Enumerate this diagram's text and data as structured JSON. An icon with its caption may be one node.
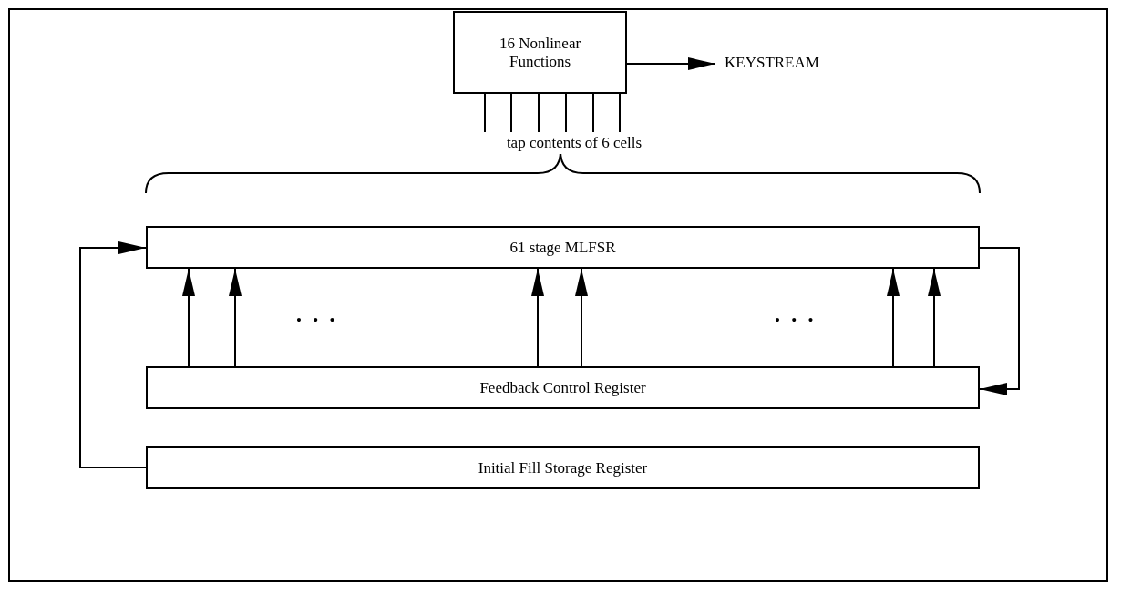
{
  "diagram": {
    "nodes": [
      {
        "text": [
          "16 Nonlinear Functions"
        ]
      },
      {
        "text": [
          "KEYSTREAM"
        ]
      },
      {
        "text": [
          "tap contents of 6 cells"
        ]
      },
      {
        "text": [
          "61 stage MLFSR"
        ]
      },
      {
        "text": [
          "Feedback Control Register"
        ]
      },
      {
        "text": [
          "Initial Fill Storage Register"
        ]
      }
    ],
    "edges": [
      {
        "from": 0,
        "to": 1,
        "arrow": "to"
      },
      {
        "from": 0,
        "to": 2,
        "arrow": "none"
      },
      {
        "from": 0,
        "to": 2,
        "arrow": "none"
      },
      {
        "from": 0,
        "to": 2,
        "arrow": "none"
      },
      {
        "from": 0,
        "to": 2,
        "arrow": "none"
      },
      {
        "from": 0,
        "to": 2,
        "arrow": "none"
      },
      {
        "from": 0,
        "to": 2,
        "arrow": "none"
      },
      {
        "from": 3,
        "to": 4,
        "arrow": "to"
      },
      {
        "from": 4,
        "to": 3,
        "arrow": "to"
      },
      {
        "from": 4,
        "to": 3,
        "arrow": "to"
      },
      {
        "from": 4,
        "to": 3,
        "arrow": "to"
      },
      {
        "from": 4,
        "to": 3,
        "arrow": "to"
      },
      {
        "from": 4,
        "to": 3,
        "arrow": "to"
      },
      {
        "from": 4,
        "to": 3,
        "arrow": "to"
      },
      {
        "from": 5,
        "to": 3,
        "arrow": "to"
      }
    ],
    "labels": [
      "• • •",
      "• • •"
    ]
  }
}
